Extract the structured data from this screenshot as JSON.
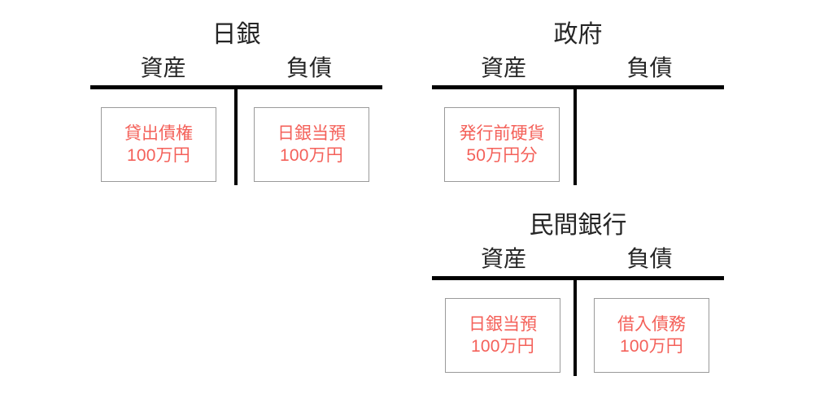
{
  "page": {
    "background": "#ffffff",
    "text_color": "#262626",
    "entry_color": "#f4615a",
    "rule_color": "#000000",
    "box_border_color": "#9a9a9a"
  },
  "t_accounts": [
    {
      "id": "boj",
      "title": "日銀",
      "assets_label": "資産",
      "liabilities_label": "負債",
      "assets_entry": {
        "name": "貸出債権",
        "amount": "100万円"
      },
      "liabilities_entry": {
        "name": "日銀当預",
        "amount": "100万円"
      }
    },
    {
      "id": "government",
      "title": "政府",
      "assets_label": "資産",
      "liabilities_label": "負債",
      "assets_entry": {
        "name": "発行前硬貨",
        "amount": "50万円分"
      },
      "liabilities_entry": null
    },
    {
      "id": "private-bank",
      "title": "民間銀行",
      "assets_label": "資産",
      "liabilities_label": "負債",
      "assets_entry": {
        "name": "日銀当預",
        "amount": "100万円"
      },
      "liabilities_entry": {
        "name": "借入債務",
        "amount": "100万円"
      }
    }
  ]
}
